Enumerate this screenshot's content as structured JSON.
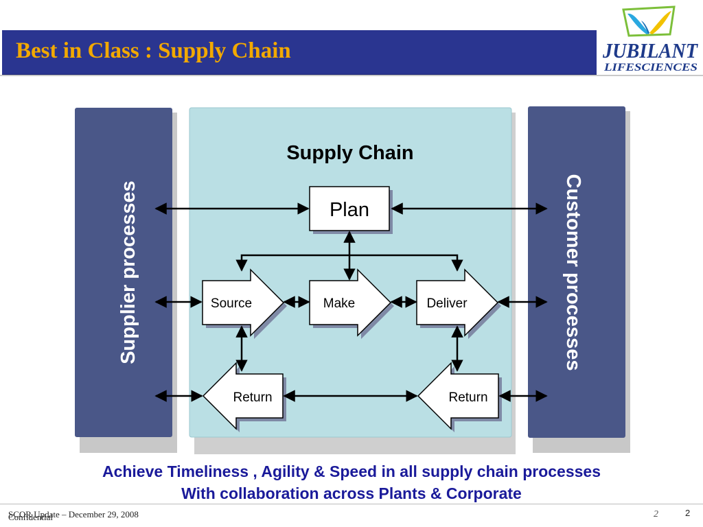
{
  "header": {
    "title": "Best in Class : Supply Chain",
    "logo_line1": "JUBILANT",
    "logo_line2": "LIFESCIENCES",
    "logo_icon": "butterfly-icon"
  },
  "diagram": {
    "center_title": "Supply Chain",
    "left_label": "Supplier processes",
    "right_label": "Customer processes",
    "plan": "Plan",
    "source": "Source",
    "make": "Make",
    "deliver": "Deliver",
    "return_left": "Return",
    "return_right": "Return"
  },
  "tagline": {
    "line1": "Achieve Timeliness , Agility & Speed in all supply chain processes",
    "line2": "With collaboration across Plants & Corporate"
  },
  "footer": {
    "left_text_1": "SCOR Update – December 29, 2008",
    "left_text_2": "Confidential",
    "page_italic": "2",
    "page_number": "2"
  },
  "colors": {
    "title_bar": "#2a3590",
    "title_text": "#f2a900",
    "side_panel": "#4a5788",
    "center_panel": "#badfe4",
    "tagline": "#1a1a9a"
  }
}
